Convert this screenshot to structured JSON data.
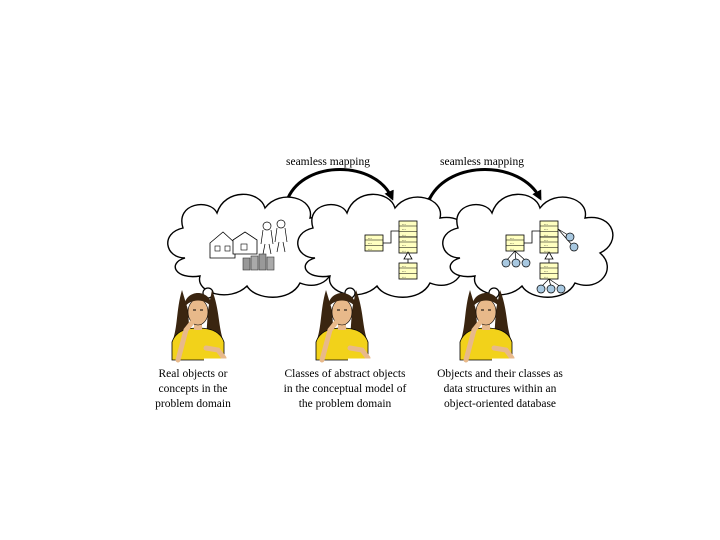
{
  "mappings": [
    {
      "label": "seamless mapping"
    },
    {
      "label": "seamless mapping"
    }
  ],
  "columns": [
    {
      "caption": [
        "Real objects or",
        "concepts in the",
        "problem domain"
      ]
    },
    {
      "caption": [
        "Classes of abstract objects",
        "in the conceptual model of",
        "the problem domain"
      ]
    },
    {
      "caption": [
        "Objects and their classes as",
        "data structures within an",
        "object-oriented database"
      ]
    }
  ],
  "class_box_text": "...",
  "colors": {
    "class_box_fill": "#ffffc0",
    "object_node_fill": "#a8c8e0",
    "thinker_shirt": "#f2d21a",
    "thinker_hair": "#3a2510"
  }
}
